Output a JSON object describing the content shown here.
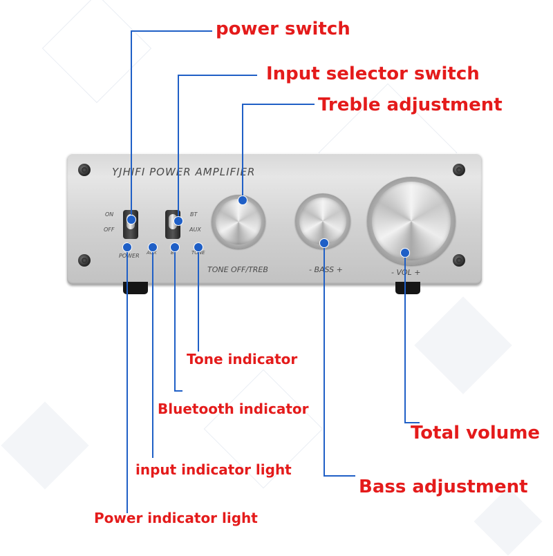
{
  "product": {
    "brand_text": "YJHIFI POWER AMPLIFIER",
    "switch1_on": "ON",
    "switch1_off": "OFF",
    "switch2_bt": "BT",
    "switch2_aux": "AUX",
    "led_power": "POWER",
    "led_aux": "AUX",
    "led_bt": "BT",
    "led_tone": "TONE",
    "treble_label": "TONE OFF/TREB",
    "bass_label": "- BASS +",
    "vol_label": "- VOL +"
  },
  "callouts": {
    "power_switch": "power switch",
    "input_selector": "Input selector switch",
    "treble": "Treble adjustment",
    "tone_indicator": "Tone indicator",
    "bluetooth_indicator": "Bluetooth indicator",
    "total_volume": "Total volume",
    "input_indicator": "input indicator light",
    "bass": "Bass adjustment",
    "power_indicator": "Power indicator light"
  },
  "colors": {
    "label_text": "#e41b1b",
    "callout_line": "#1f5fc6",
    "chassis": "#d6d6d6"
  }
}
